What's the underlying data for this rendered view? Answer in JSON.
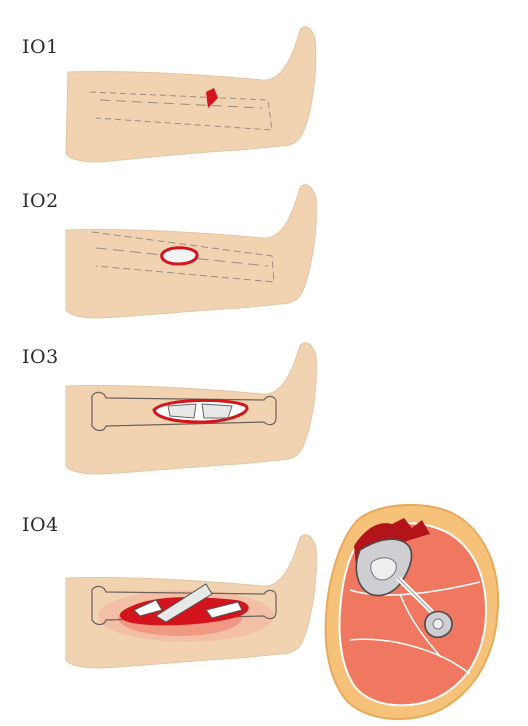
{
  "panels": [
    {
      "label": "IO1"
    },
    {
      "label": "IO2"
    },
    {
      "label": "IO3"
    },
    {
      "label": "IO4"
    }
  ],
  "colors": {
    "skin": "#f1d3b2",
    "skin_edge": "#d9b693",
    "blood": "#d4141c",
    "bone_outline": "#8a7a6a",
    "muscle": "#f07860",
    "muscle_dark": "#d8483a",
    "fat": "#f6c27a",
    "bone_fill": "#c8c8cc"
  },
  "icons": {
    "io1": "leg-with-small-puncture-icon",
    "io2": "leg-with-small-open-wound-icon",
    "io3": "leg-with-open-fracture-wound-icon",
    "io4": "leg-with-severe-open-fracture-icon",
    "cross_section": "limb-cross-section-icon"
  }
}
